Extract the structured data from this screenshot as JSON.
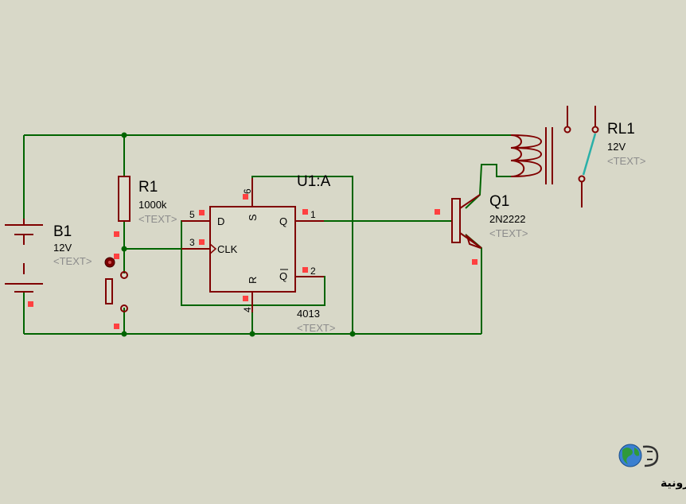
{
  "components": {
    "b1": {
      "ref": "B1",
      "value": "12V",
      "text": "<TEXT>"
    },
    "r1": {
      "ref": "R1",
      "value": "1000k",
      "text": "<TEXT>"
    },
    "u1": {
      "ref": "U1:A",
      "value": "4013",
      "text": "<TEXT>",
      "pins": {
        "d": "D",
        "clk": "CLK",
        "s": "S",
        "r": "R",
        "q": "Q",
        "qbar": "Q"
      },
      "pin_numbers": {
        "d": "5",
        "clk": "3",
        "s": "6",
        "r": "4",
        "q": "1",
        "qbar": "2"
      }
    },
    "q1": {
      "ref": "Q1",
      "value": "2N2222",
      "text": "<TEXT>"
    },
    "rl1": {
      "ref": "RL1",
      "value": "12V",
      "text": "<TEXT>"
    }
  },
  "logo": {
    "text": "القرية الالكترونية"
  },
  "colors": {
    "background": "#d8d8c8",
    "wire": "#006400",
    "body": "#800000",
    "box": "#dcdccc",
    "marker": "#ff4040",
    "switch": "#2ab0a8"
  }
}
